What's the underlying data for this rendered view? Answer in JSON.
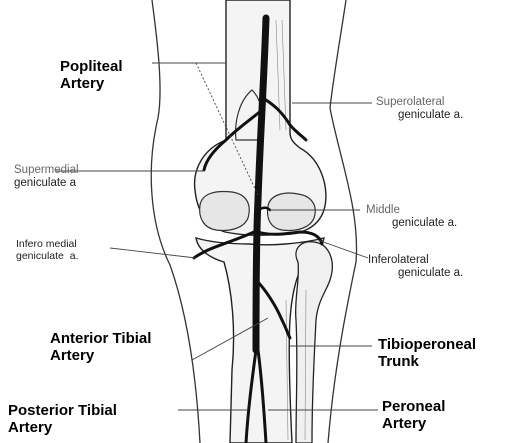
{
  "labels": {
    "popliteal": {
      "line1": "Popliteal",
      "line2": "Artery"
    },
    "superolateral": {
      "line1": "Superolateral",
      "line2": "geniculate a."
    },
    "supermedial": {
      "line1": "Supermedial",
      "line2": "geniculate a"
    },
    "middle": {
      "line1": "Middle",
      "line2": "geniculate a."
    },
    "inferomedial": {
      "line1": "Infero medial",
      "line2": "geniculate  a."
    },
    "inferolateral": {
      "line1": "Inferolateral",
      "line2": "geniculate a."
    },
    "anterior_tibial": {
      "line1": "Anterior Tibial",
      "line2": "Artery"
    },
    "tibioperoneal": {
      "line1": "Tibioperoneal",
      "line2": "Trunk"
    },
    "posterior_tibial": {
      "line1": "Posterior Tibial",
      "line2": "Artery"
    },
    "peroneal": {
      "line1": "Peroneal",
      "line2": "Artery"
    }
  }
}
